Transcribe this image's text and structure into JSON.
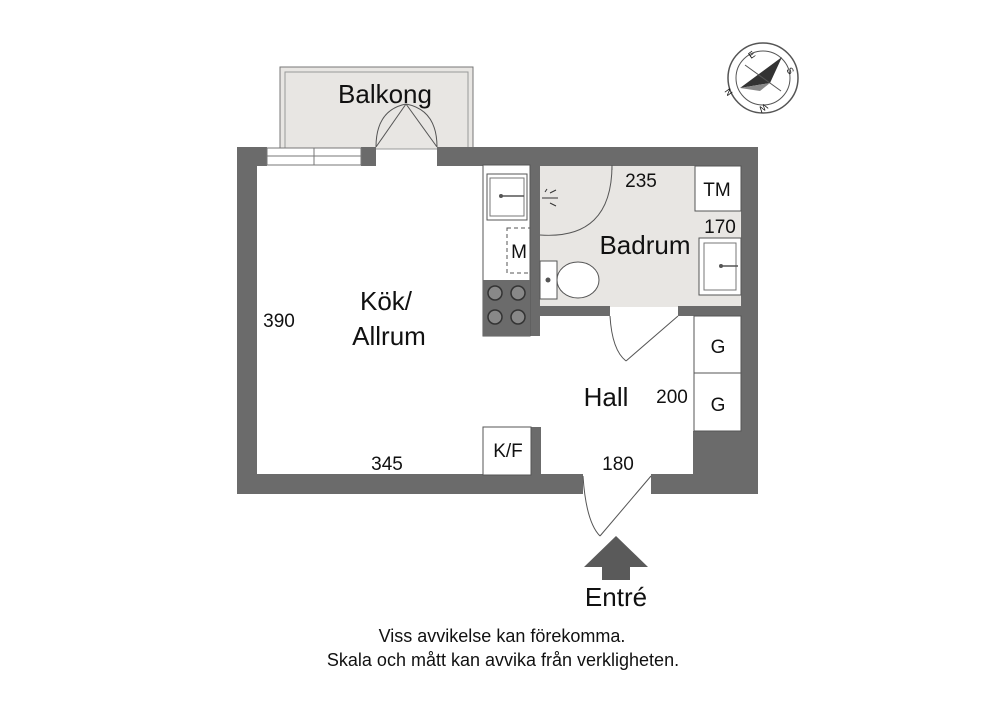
{
  "rooms": {
    "balcony": "Balkong",
    "kitchen_line1": "Kök/",
    "kitchen_line2": "Allrum",
    "bathroom": "Badrum",
    "hall": "Hall"
  },
  "fixtures": {
    "microwave": "M",
    "washer": "TM",
    "fridge_freezer": "K/F",
    "wardrobe_1": "G",
    "wardrobe_2": "G"
  },
  "dimensions": {
    "kitchen_height": "390",
    "kitchen_width": "345",
    "bathroom_width": "235",
    "bathroom_height": "170",
    "hall_height": "200",
    "hall_width": "180"
  },
  "entrance": "Entré",
  "compass": {
    "e": "E",
    "s": "S",
    "n": "N",
    "w": "W"
  },
  "disclaimer": {
    "line1": "Viss avvikelse kan förekomma.",
    "line2": "Skala och mått kan avvika från verkligheten."
  },
  "colors": {
    "wall": "#6b6b6b",
    "bathroom_floor": "#e8e6e3",
    "balcony_floor": "#e8e6e3",
    "arrow": "#5a5a5a"
  }
}
